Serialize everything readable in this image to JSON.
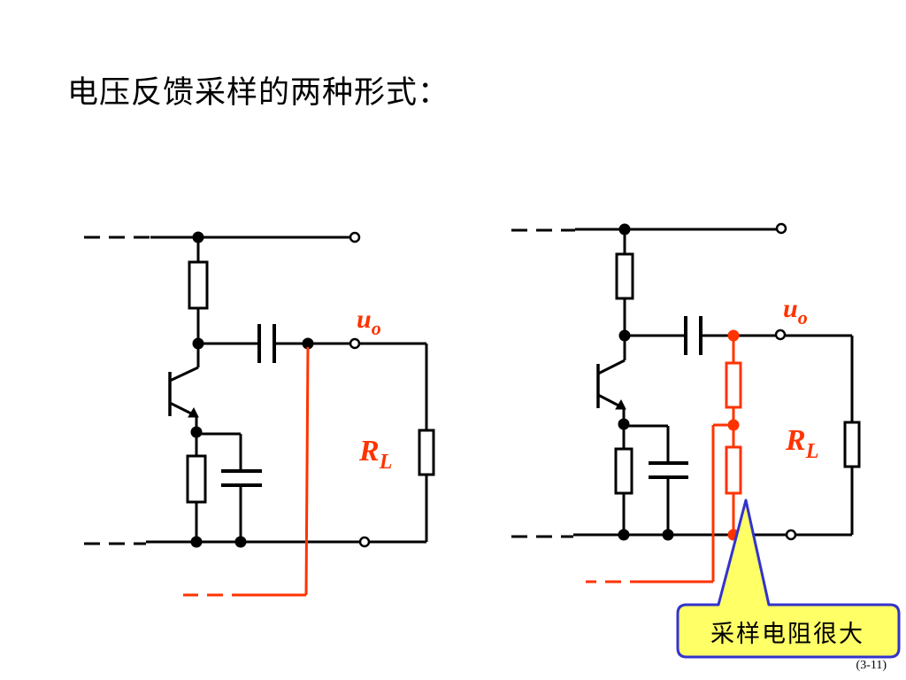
{
  "title": "电压反馈采样的两种形式：",
  "left_circuit": {
    "output_label": "u",
    "output_label_sub": "o",
    "load_label": "R",
    "load_label_sub": "L"
  },
  "right_circuit": {
    "output_label": "u",
    "output_label_sub": "o",
    "load_label": "R",
    "load_label_sub": "L"
  },
  "callout": "采样电阻很大",
  "slide_number": "(3-11)",
  "colors": {
    "wire": "#000000",
    "feedback": "#ff3300",
    "label": "#ff3300",
    "callout_fill": "#ffff66",
    "callout_border": "#3333cc"
  }
}
